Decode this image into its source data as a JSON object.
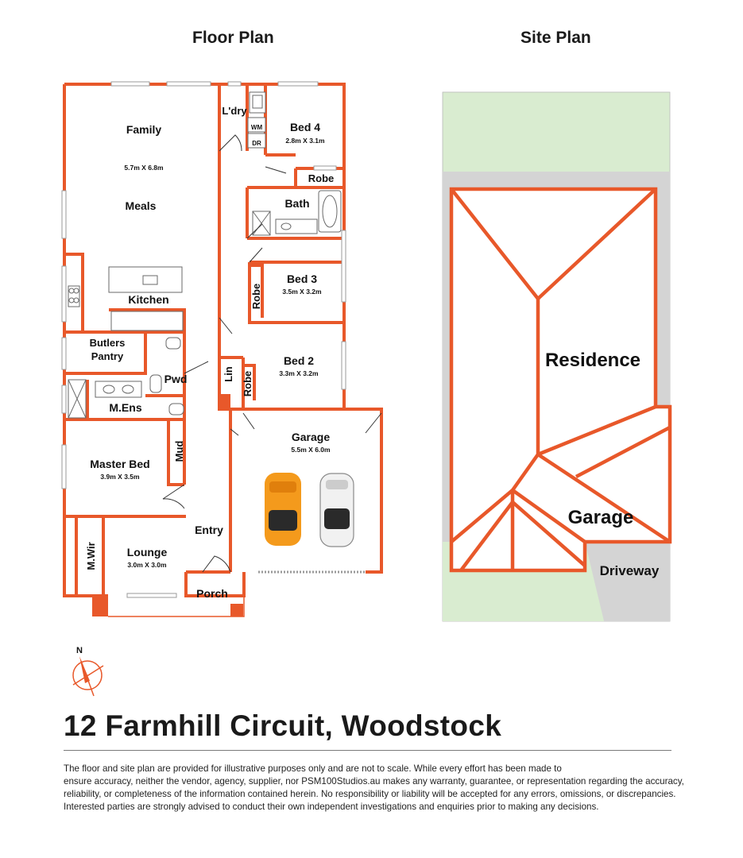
{
  "headings": {
    "floor_plan": "Floor Plan",
    "site_plan": "Site Plan"
  },
  "rooms": {
    "family": "Family",
    "family_dim": "5.7m X 6.8m",
    "meals": "Meals",
    "kitchen": "Kitchen",
    "butlers": "Butlers",
    "pantry": "Pantry",
    "laundry": "L'dry",
    "wm": "WM",
    "dr": "DR",
    "bed4": "Bed 4",
    "bed4_dim": "2.8m X 3.1m",
    "robe": "Robe",
    "bath": "Bath",
    "bed3": "Bed 3",
    "bed3_dim": "3.5m X 3.2m",
    "pwd": "Pwd",
    "lin": "Lin",
    "bed2": "Bed 2",
    "bed2_dim": "3.3m X 3.2m",
    "mens": "M.Ens",
    "mud": "Mud",
    "master_bed": "Master Bed",
    "master_dim": "3.9m X 3.5m",
    "garage": "Garage",
    "garage_dim": "5.5m X 6.0m",
    "entry": "Entry",
    "lounge": "Lounge",
    "lounge_dim": "3.0m X 3.0m",
    "mwir": "M.Wir",
    "porch": "Porch"
  },
  "site": {
    "residence": "Residence",
    "garage": "Garage",
    "driveway": "Driveway"
  },
  "compass": {
    "north": "N"
  },
  "address": "12 Farmhill Circuit, Woodstock",
  "disclaimer": [
    "The floor and site plan are provided for illustrative purposes only and are not to scale. While every effort has been made to",
    "ensure accuracy, neither the vendor, agency, supplier, nor PSM100Studios.au makes any warranty, guarantee, or representation regarding the accuracy,",
    "reliability, or completeness of the information contained herein. No responsibility or liability will be accepted for any errors, omissions, or discrepancies.",
    "Interested parties are strongly advised to conduct their own independent investigations and enquiries prior to making any decisions."
  ],
  "colors": {
    "wall": "#e8582a",
    "lawn": "#d9ecd0",
    "paving": "#d4d4d4",
    "car_orange": "#f49a1c"
  }
}
